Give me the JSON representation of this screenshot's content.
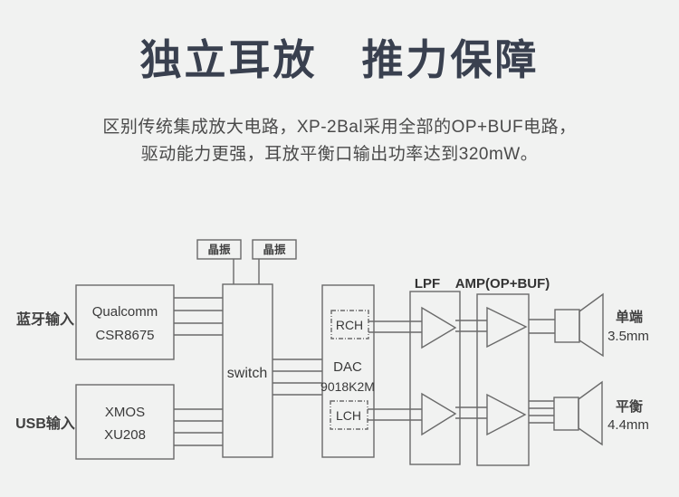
{
  "page": {
    "title": "独立耳放　推力保障",
    "subtitle_line1": "区别传统集成放大电路，XP-2Bal采用全部的OP+BUF电路，",
    "subtitle_line2": "驱动能力更强，耳放平衡口输出功率达到320mW。"
  },
  "colors": {
    "background": "#f1f2f1",
    "title_text": "#39404f",
    "subtitle_text": "#4a4a4a",
    "diagram_line": "#6a6a6a",
    "diagram_text": "#3a3a3a"
  },
  "diagram": {
    "inputs": {
      "bluetooth_label": "蓝牙输入",
      "usb_label": "USB输入"
    },
    "blocks": {
      "crystal1": "晶振",
      "crystal2": "晶振",
      "qualcomm_line1": "Qualcomm",
      "qualcomm_line2": "CSR8675",
      "xmos_line1": "XMOS",
      "xmos_line2": "XU208",
      "switch": "switch",
      "dac_line1": "DAC",
      "dac_line2": "9018K2M",
      "rch": "RCH",
      "lch": "LCH",
      "lpf": "LPF",
      "amp": "AMP(OP+BUF)"
    },
    "outputs": {
      "single_ended_label": "单端",
      "single_ended_jack": "3.5mm",
      "balanced_label": "平衡",
      "balanced_jack": "4.4mm"
    }
  }
}
